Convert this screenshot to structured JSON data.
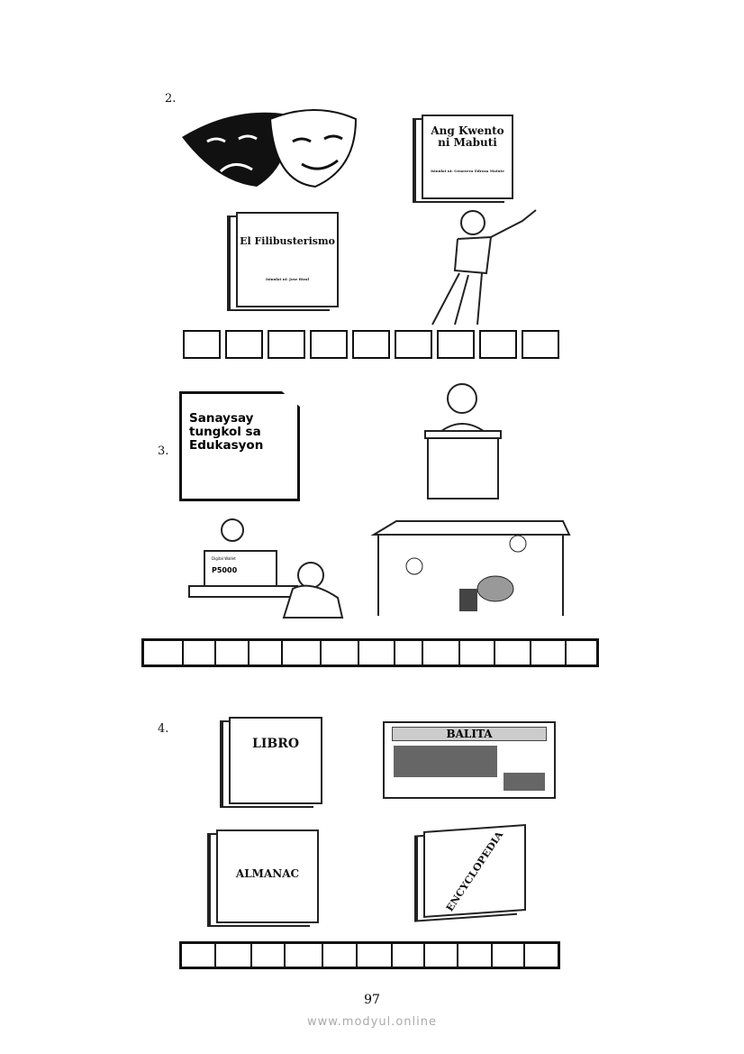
{
  "items": [
    {
      "number": "2.",
      "books": [
        {
          "title": "Ang Kwento ni Mabuti",
          "author": "Isinulat ni: Genoveva Edroza Matute"
        },
        {
          "title": "El Filibusterismo",
          "author": "Isinulat ni: Jose Rizal"
        }
      ],
      "box_count": 9
    },
    {
      "number": "3.",
      "paper_text": "Sanaysay tungkol sa Edukasyon",
      "screen_title": "Digital Wallet",
      "screen_amount": "P5000",
      "box_count": 13
    },
    {
      "number": "4.",
      "books": [
        {
          "title": "LIBRO"
        },
        {
          "title": "ALMANAC"
        },
        {
          "title": "ENCYCLOPEDIA"
        }
      ],
      "newspaper_title": "BALITA",
      "box_count": 11
    }
  ],
  "page_number": "97",
  "watermark": "www.modyul.online"
}
